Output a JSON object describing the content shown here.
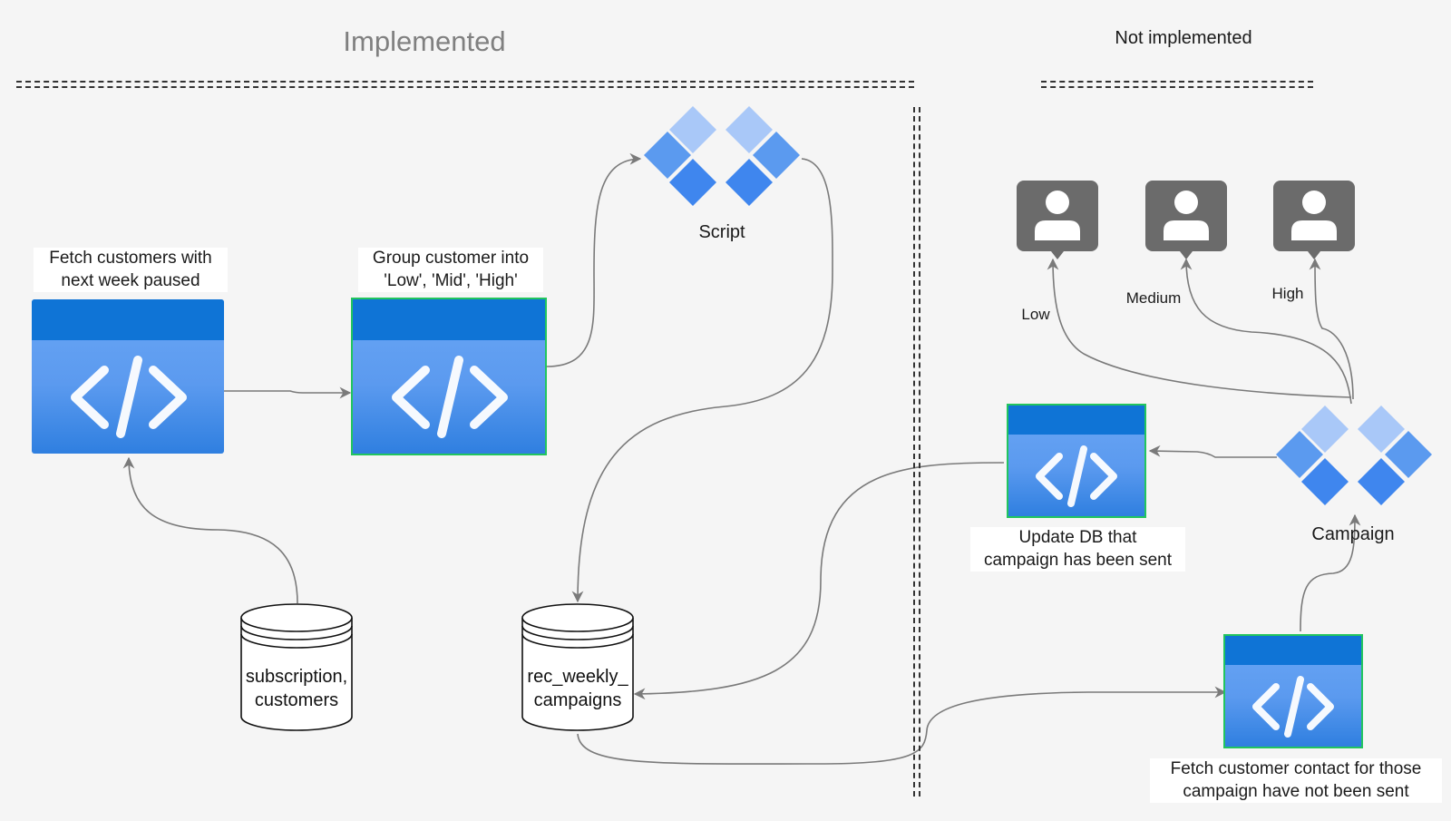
{
  "sections": {
    "implemented": "Implemented",
    "not_implemented": "Not implemented"
  },
  "nodes": {
    "fetch_paused": [
      "Fetch customers with",
      "next week paused"
    ],
    "group_customer": [
      "Group customer into",
      "'Low', 'Mid', 'High'"
    ],
    "script": "Script",
    "db_subscription": [
      "subscription,",
      "customers"
    ],
    "db_campaigns": [
      "rec_weekly_",
      "campaigns"
    ],
    "update_db": [
      "Update DB that",
      "campaign has been sent"
    ],
    "campaign": "Campaign",
    "fetch_contact": [
      "Fetch customer contact for those",
      "campaign have not been sent"
    ]
  },
  "segments": {
    "low": "Low",
    "medium": "Medium",
    "high": "High"
  },
  "colors": {
    "background": "#f5f5f5",
    "function_header": "#0f74d6",
    "function_body": "#5b9aef",
    "diamond_dark": "#4a8ef0",
    "diamond_light": "#a9c8f8",
    "user_icon": "#6b6b6b",
    "connector": "#7a7a7a",
    "selected_outline": "#22c55e"
  },
  "icons": {
    "function": "code-brackets-icon",
    "script": "diamond-cluster-icon",
    "database": "cylinder-icon",
    "user": "user-avatar-icon"
  }
}
